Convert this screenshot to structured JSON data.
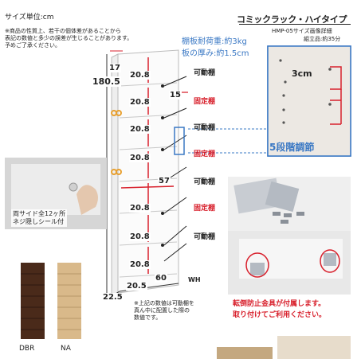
{
  "header": {
    "unit_label": "サイズ単位:cm",
    "disclaimer_line1": "※商品の性質上、若干の個体差があることから",
    "disclaimer_line2": "表記の数値と多少の誤差が生じることがあります。",
    "disclaimer_line3": "予めご了承ください。",
    "product_title": "コミックラック・ハイタイプ",
    "product_subtitle": "HMP-05サイズ画像詳細",
    "assembly_time": "組立品:約35分"
  },
  "specs": {
    "load": "棚板耐荷重:約3kg",
    "thickness": "板の厚み:約1.5cm"
  },
  "dimensions": {
    "total_height": "180.5",
    "top_gap": "17",
    "shelf_height": "20.8",
    "depth_inner": "15",
    "inner_width": "57",
    "depth": "22.5",
    "width": "60",
    "bottom_depth": "20.5",
    "wh_label": "WH"
  },
  "shelf_labels": {
    "movable": "可動棚",
    "fixed": "固定棚"
  },
  "detail": {
    "step_pitch": "3cm",
    "step_label": "5段階調節"
  },
  "side_note": {
    "line1": "両サイド全12ヶ所",
    "line2": "ネジ隠しシール付"
  },
  "bottom_note": {
    "line1": "※上記の数値は可動棚を",
    "line2": "真ん中に配置した際の",
    "line3": "数値です。"
  },
  "fitting": {
    "line1": "転倒防止金具が付属します。",
    "line2": "取り付けてご利用ください。"
  },
  "variants": [
    {
      "code": "DBR",
      "color": "#4a2a1a"
    },
    {
      "code": "NA",
      "color": "#d9b98a"
    }
  ],
  "colors": {
    "accent_blue": "#3a78c4",
    "accent_red": "#d8202c"
  }
}
